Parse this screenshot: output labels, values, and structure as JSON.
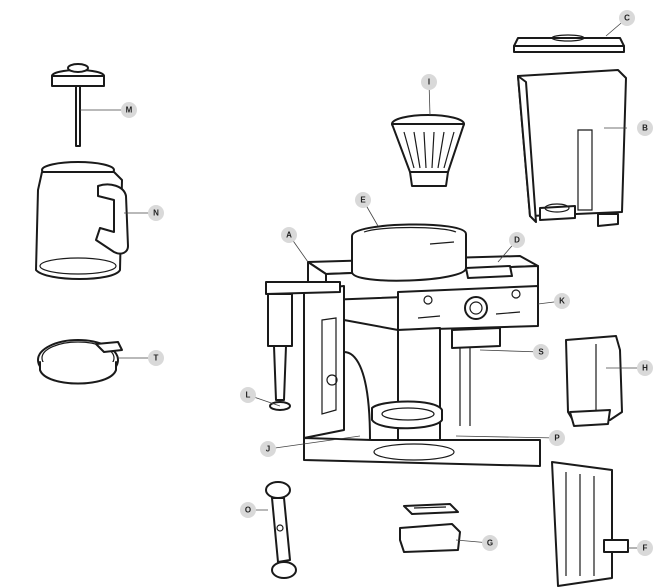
{
  "labels": {
    "A": "A",
    "B": "B",
    "C": "C",
    "D": "D",
    "E": "E",
    "F": "F",
    "G": "G",
    "H": "H",
    "I": "I",
    "J": "J",
    "K": "K",
    "L": "L",
    "M": "M",
    "N": "N",
    "O": "O",
    "P": "P",
    "S": "S",
    "T": "T"
  },
  "colors": {
    "line": "#1a1a1a",
    "badge": "#d9d9d9"
  }
}
